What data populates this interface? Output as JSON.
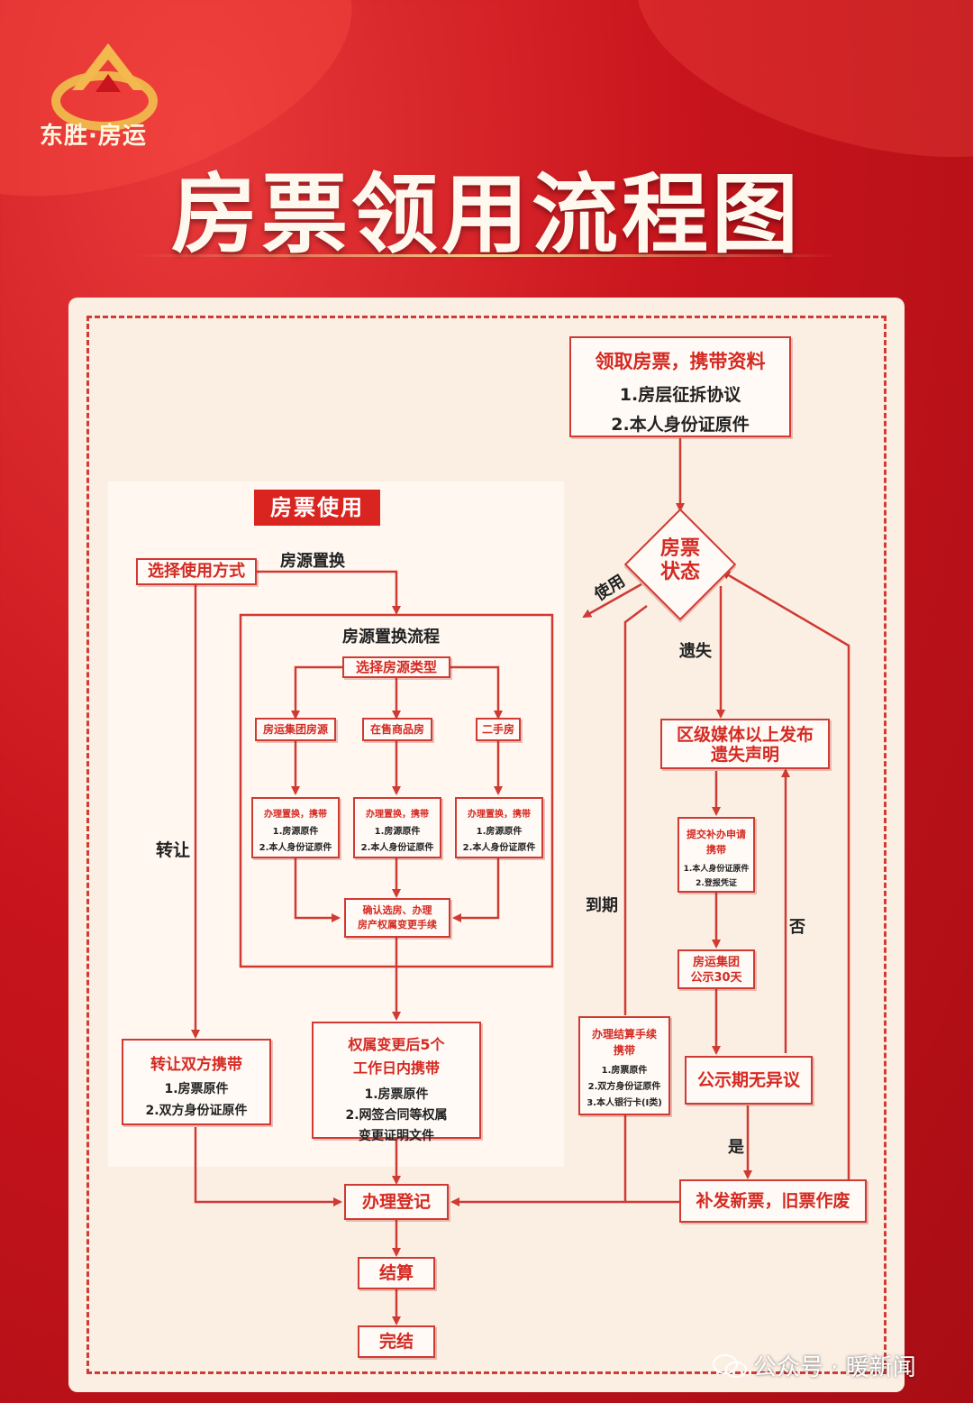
{
  "header": {
    "logo_text": "东胜·房运",
    "title": "房票领用流程图"
  },
  "section": {
    "use_title": "房票使用"
  },
  "nodes": {
    "collect_title": "领取房票，携带资料",
    "collect_items": [
      "1.房层征拆协议",
      "2.本人身份证原件"
    ],
    "status_line1": "房票",
    "status_line2": "状态",
    "choose_method": "选择使用方式",
    "swap_flow_title": "房源置换流程",
    "choose_source": "选择房源类型",
    "source_types": [
      "房运集团房源",
      "在售商品房",
      "二手房"
    ],
    "swap_title": "办理置换，携带",
    "swap_items": [
      "1.房源原件",
      "2.本人身份证原件"
    ],
    "confirm_line1": "确认选房、办理",
    "confirm_line2": "房产权属变更手续",
    "transfer_title": "转让双方携带",
    "transfer_items": [
      "1.房票原件",
      "2.双方身份证原件"
    ],
    "ownership_title_line1": "权属变更后5个",
    "ownership_title_line2": "工作日内携带",
    "ownership_items": [
      "1.房票原件",
      "2.网签合同等权属",
      "变更证明文件"
    ],
    "register": "办理登记",
    "settle": "结算",
    "finish": "完结",
    "settle_proc_title_line1": "办理结算手续",
    "settle_proc_title_line2": "携带",
    "settle_proc_items": [
      "1.房票原件",
      "2.双方身份证原件",
      "3.本人银行卡(I类)"
    ],
    "lost_notice_line1": "区级媒体以上发布",
    "lost_notice_line2": "遗失声明",
    "reissue_apply_line1": "提交补办申请",
    "reissue_apply_line2": "携带",
    "reissue_apply_items": [
      "1.本人身份证原件",
      "2.登报凭证"
    ],
    "publicity_line1": "房运集团",
    "publicity_line2": "公示30天",
    "no_objection": "公示期无异议",
    "reissue": "补发新票，旧票作废"
  },
  "edge_labels": {
    "use": "使用",
    "lost": "遗失",
    "swap": "房源置换",
    "transfer": "转让",
    "expire": "到期",
    "no": "否",
    "yes": "是"
  },
  "watermark": "公众号 · 暖新闻",
  "colors": {
    "accent": "#d42a22",
    "panel": "#fbefe4",
    "background": "#c8141c"
  }
}
